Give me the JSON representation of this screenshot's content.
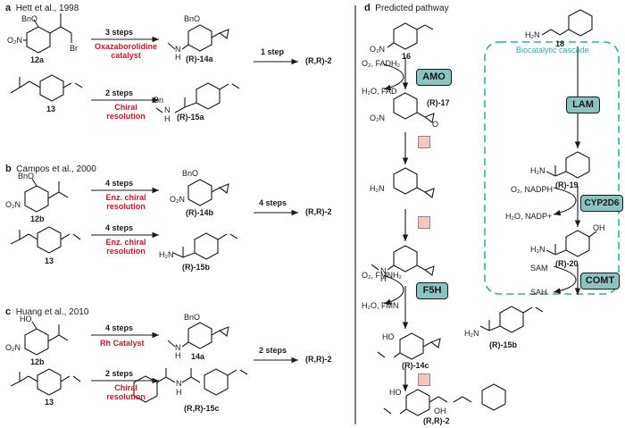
{
  "panel_a": {
    "letter": "a",
    "title": "Hett et al., 1998",
    "c12a": "12a",
    "c13": "13",
    "top_steps": "3 steps",
    "top_cond": "Oxazaborolidine catalyst",
    "bot_steps": "2 steps",
    "bot_cond": "Chiral resolution",
    "p14a": "(R)-14a",
    "p15a": "(R)-15a",
    "to_product": "1 step",
    "product": "(R,R)-2",
    "lbl_bno": "BnO",
    "lbl_o2n": "O₂N",
    "lbl_br": "Br",
    "lbl_h": "H",
    "lbl_n": "N",
    "lbl_bn": "Bn"
  },
  "panel_b": {
    "letter": "b",
    "title": "Campos et al., 2000",
    "c12b": "12b",
    "c13": "13",
    "top_steps": "4 steps",
    "top_cond": "Enz. chiral resolution",
    "bot_steps": "4 steps",
    "bot_cond": "Enz. chiral resolution",
    "p14b": "(R)-14b",
    "p15b": "(R)-15b",
    "to_product": "4 steps",
    "product": "(R,R)-2",
    "lbl_bno": "BnO",
    "lbl_o2n": "O₂N",
    "lbl_h2n": "H₂N"
  },
  "panel_c": {
    "letter": "c",
    "title": "Huang et al., 2010",
    "c12b": "12b",
    "c13": "13",
    "top_steps": "4 steps",
    "top_cond": "Rh Catalyst",
    "bot_steps": "2 steps",
    "bot_cond": "Chiral resolution",
    "p14a": "14a",
    "p15c": "(R,R)-15c",
    "to_product": "2 steps",
    "product": "(R,R)-2",
    "lbl_ho": "HO",
    "lbl_o2n": "O₂N",
    "lbl_bno": "BnO",
    "lbl_n": "N",
    "lbl_h": "H"
  },
  "panel_d": {
    "letter": "d",
    "title": "Predicted pathway",
    "cascade_label": "Biocatalytic cascade",
    "c16": "16",
    "c17": "(R)-17",
    "c14c": "(R)-14c",
    "c2": "(R,R)-2",
    "c18": "18",
    "c19": "(R)-19",
    "c20": "(R)-20",
    "c15b": "(R)-15b",
    "amo": "AMO",
    "lam": "LAM",
    "cyp": "CYP2D6",
    "f5h": "F5H",
    "comt": "COMT",
    "amo_in": "O₂, FADH₂",
    "amo_out": "H₂O, FAD",
    "f5h_in": "O₂, FMNH₂",
    "f5h_out": "H₂O, FMN",
    "cyp_in": "O₂, NADPH",
    "cyp_out": "H₂O, NADP+",
    "comt_in": "SAM",
    "comt_out": "SAH",
    "lbl_o2n": "O₂N",
    "lbl_h2n": "H₂N",
    "lbl_oh": "OH",
    "lbl_ho": "HO",
    "lbl_o": "O",
    "lbl_h": "H",
    "lbl_n": "N"
  },
  "colors": {
    "enzyme_fill": "#8cc3c0",
    "cascade_border": "#3aa9a4",
    "condition_red": "#c0182a",
    "unknown_step": "#f4c6c2"
  }
}
